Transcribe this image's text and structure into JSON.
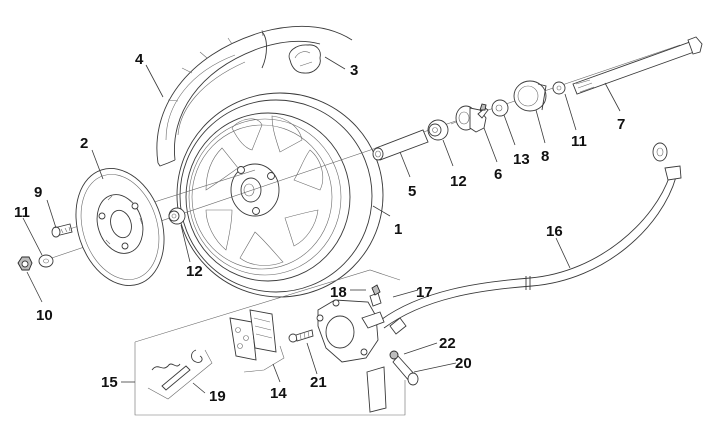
{
  "diagram": {
    "type": "exploded-view parts diagram",
    "subject": "front wheel and disc brake assembly",
    "colors": {
      "line": "#3a3a3a",
      "label": "#111111",
      "background": "#ffffff"
    },
    "callouts": [
      {
        "id": "1",
        "text": "1",
        "part": "wheel-rim-tire"
      },
      {
        "id": "2",
        "text": "2",
        "part": "brake-disc"
      },
      {
        "id": "3",
        "text": "3",
        "part": "fender-clip"
      },
      {
        "id": "4",
        "text": "4",
        "part": "front-fender"
      },
      {
        "id": "5",
        "text": "5",
        "part": "axle-spacer-collar"
      },
      {
        "id": "6",
        "text": "6",
        "part": "speedometer-gear-box"
      },
      {
        "id": "7",
        "text": "7",
        "part": "front-axle"
      },
      {
        "id": "8",
        "text": "8",
        "part": "side-collar"
      },
      {
        "id": "9",
        "text": "9",
        "part": "disc-bolt"
      },
      {
        "id": "10",
        "text": "10",
        "part": "axle-nut"
      },
      {
        "id": "11",
        "text": "11",
        "part": "washer"
      },
      {
        "id": "11b",
        "text": "11",
        "part": "washer"
      },
      {
        "id": "12",
        "text": "12",
        "part": "bearing"
      },
      {
        "id": "12b",
        "text": "12",
        "part": "bearing"
      },
      {
        "id": "13",
        "text": "13",
        "part": "dust-seal"
      },
      {
        "id": "14",
        "text": "14",
        "part": "brake-pads"
      },
      {
        "id": "15",
        "text": "15",
        "part": "caliper-assembly"
      },
      {
        "id": "16",
        "text": "16",
        "part": "brake-hose"
      },
      {
        "id": "17",
        "text": "17",
        "part": "bleeder-valve"
      },
      {
        "id": "18",
        "text": "18",
        "part": "bleeder-cap"
      },
      {
        "id": "19",
        "text": "19",
        "part": "pad-pin-kit"
      },
      {
        "id": "20",
        "text": "20",
        "part": "banjo-bolt"
      },
      {
        "id": "21",
        "text": "21",
        "part": "caliper-bolt"
      },
      {
        "id": "22",
        "text": "22",
        "part": "copper-washer"
      }
    ]
  }
}
